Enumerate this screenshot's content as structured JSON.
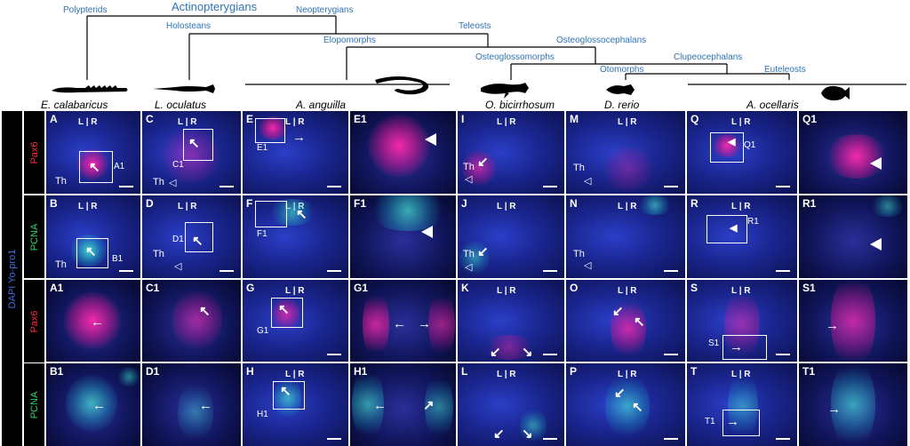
{
  "clades": {
    "actinopterygians": "Actinopterygians",
    "polypterids": "Polypterids",
    "neopterygians": "Neopterygians",
    "holosteans": "Holosteans",
    "teleosts": "Teleosts",
    "elopomorphs": "Elopomorphs",
    "osteoglossocephalans": "Osteoglossocephalans",
    "osteoglossomorphs": "Osteoglossomorphs",
    "clupeocephalans": "Clupeocephalans",
    "otomorphs": "Otomorphs",
    "euteleosts": "Euteleosts"
  },
  "species": {
    "e_calabaricus": "E. calabaricus",
    "l_oculatus": "L. oculatus",
    "a_anguilla": "A. anguilla",
    "o_bicirrhosum": "O. bicirrhosum",
    "d_rerio": "D. rerio",
    "a_ocellaris": "A. ocellaris"
  },
  "stains": {
    "side_label": "DAPI Yo-pro1",
    "pax6": "Pax6",
    "pcna": "PCNA"
  },
  "text": {
    "L": "L",
    "R": "R",
    "Th": "Th"
  },
  "panels": {
    "A": "A",
    "B": "B",
    "C": "C",
    "D": "D",
    "E": "E",
    "F": "F",
    "G": "G",
    "H": "H",
    "I": "I",
    "J": "J",
    "K": "K",
    "L": "L",
    "M": "M",
    "N": "N",
    "O": "O",
    "P": "P",
    "Q": "Q",
    "R": "R",
    "S": "S",
    "T": "T",
    "A1": "A1",
    "B1": "B1",
    "C1": "C1",
    "D1": "D1",
    "E1": "E1",
    "F1": "F1",
    "G1": "G1",
    "H1": "H1",
    "Q1": "Q1",
    "R1": "R1",
    "S1": "S1",
    "T1": "T1"
  },
  "colors": {
    "clade_text": "#2e74b5",
    "pax6_label": "#ff2a3a",
    "pcna_label": "#2bd36a",
    "side_label": "#3a6ee8",
    "pax6_signal": "#ff28aa",
    "pcna_signal": "#46e6d2",
    "dapi": "#1a2690"
  }
}
